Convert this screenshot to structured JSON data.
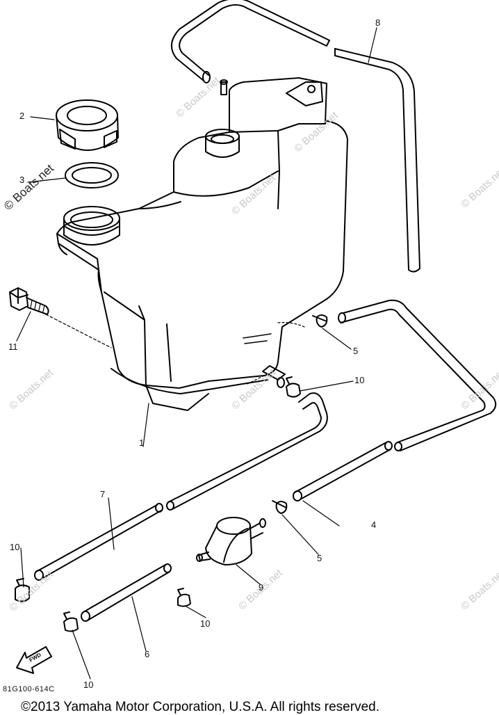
{
  "callouts": {
    "c1": "1",
    "c2": "2",
    "c3": "3",
    "c4": "4",
    "c5a": "5",
    "c5b": "5",
    "c6": "6",
    "c7": "7",
    "c8": "8",
    "c9": "9",
    "c10a": "10",
    "c10b": "10",
    "c10c": "10",
    "c10d": "10",
    "c11": "11"
  },
  "watermark": "© Boats.net",
  "fwd_label": "FWD",
  "diagram_code": "81G100-614C",
  "copyright": "©2013 Yamaha Motor Corporation, U.S.A. All rights reserved."
}
